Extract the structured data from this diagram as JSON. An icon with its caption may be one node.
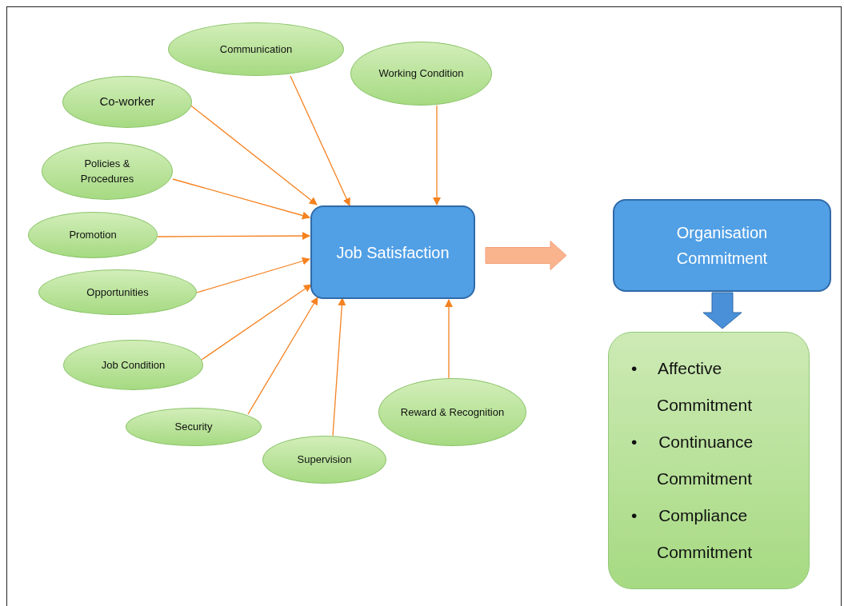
{
  "diagram": {
    "nodes": [
      {
        "text": [
          "Communication"
        ]
      },
      {
        "text": [
          "Working Condition"
        ]
      },
      {
        "text": [
          "Co-worker"
        ]
      },
      {
        "text": [
          "Policies & Procedures"
        ]
      },
      {
        "text": [
          "Promotion"
        ]
      },
      {
        "text": [
          "Opportunities"
        ]
      },
      {
        "text": [
          "Job Condition"
        ]
      },
      {
        "text": [
          "Security"
        ]
      },
      {
        "text": [
          "Supervision"
        ]
      },
      {
        "text": [
          "Reward & Recognition"
        ]
      },
      {
        "text": [
          "Job Satisfaction"
        ]
      },
      {
        "text": [
          "Organisation Commitment"
        ]
      },
      {
        "text": [
          "• Affective Commitment",
          "• Continuance Commitment",
          "• Compliance Commitment"
        ]
      }
    ],
    "edges": [
      {
        "from": 0,
        "to": 10,
        "arrow": "to"
      },
      {
        "from": 1,
        "to": 10,
        "arrow": "to"
      },
      {
        "from": 2,
        "to": 10,
        "arrow": "to"
      },
      {
        "from": 3,
        "to": 10,
        "arrow": "to"
      },
      {
        "from": 4,
        "to": 10,
        "arrow": "to"
      },
      {
        "from": 5,
        "to": 10,
        "arrow": "to"
      },
      {
        "from": 6,
        "to": 10,
        "arrow": "to"
      },
      {
        "from": 7,
        "to": 10,
        "arrow": "to"
      },
      {
        "from": 8,
        "to": 10,
        "arrow": "to"
      },
      {
        "from": 9,
        "to": 10,
        "arrow": "to"
      },
      {
        "from": 10,
        "to": 11,
        "arrow": "to",
        "style": "thick",
        "color": "#f9b48e"
      },
      {
        "from": 11,
        "to": 12,
        "arrow": "to",
        "style": "thick",
        "color": "#4a90d9"
      }
    ]
  }
}
